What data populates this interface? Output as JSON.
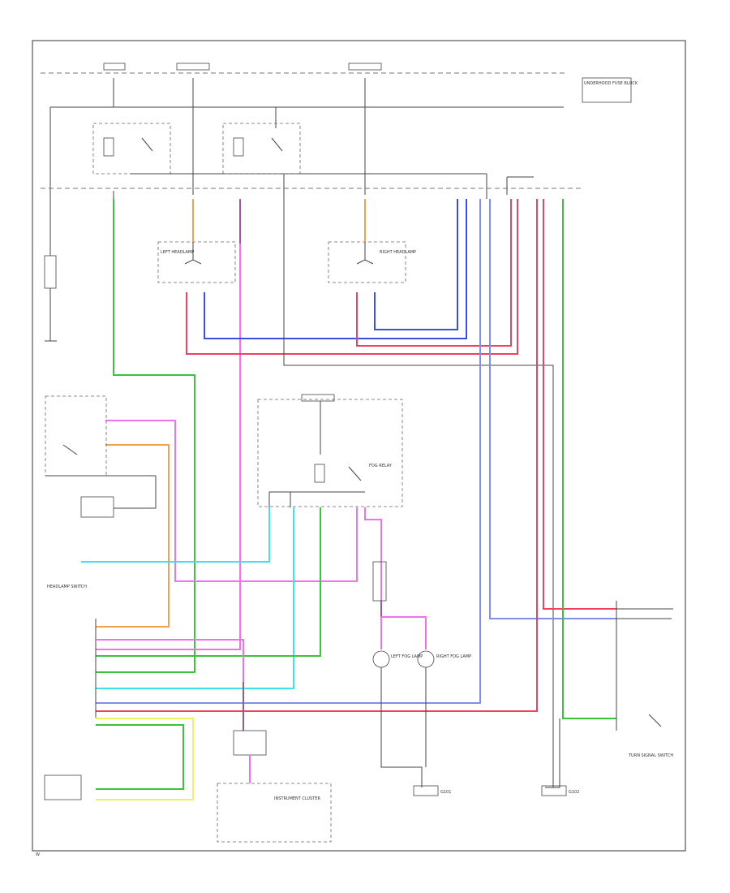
{
  "colors": {
    "green": "#3bc43b",
    "orange": "#f0a050",
    "pink": "#f070f0",
    "red": "#f04060",
    "blue": "#3a50e0",
    "lightblue": "#8090e8",
    "cyan": "#40e0f0",
    "yellow": "#f0f060",
    "wire": "#333333"
  },
  "components": {
    "left_headlamp": "LEFT HEADLAMP",
    "right_headlamp": "RIGHT HEADLAMP",
    "left_fog": "LEFT FOG LAMP",
    "right_fog": "RIGHT FOG LAMP",
    "fog_relay": "FOG RELAY",
    "headlamp_switch": "HEADLAMP SWITCH",
    "instrument_cluster": "INSTRUMENT CLUSTER",
    "turn_signal_switch": "TURN SIGNAL SWITCH",
    "underhood_fuse": "UNDERHOOD FUSE BLOCK",
    "ground_left": "G101",
    "ground_right": "G102",
    "footer": "W"
  }
}
